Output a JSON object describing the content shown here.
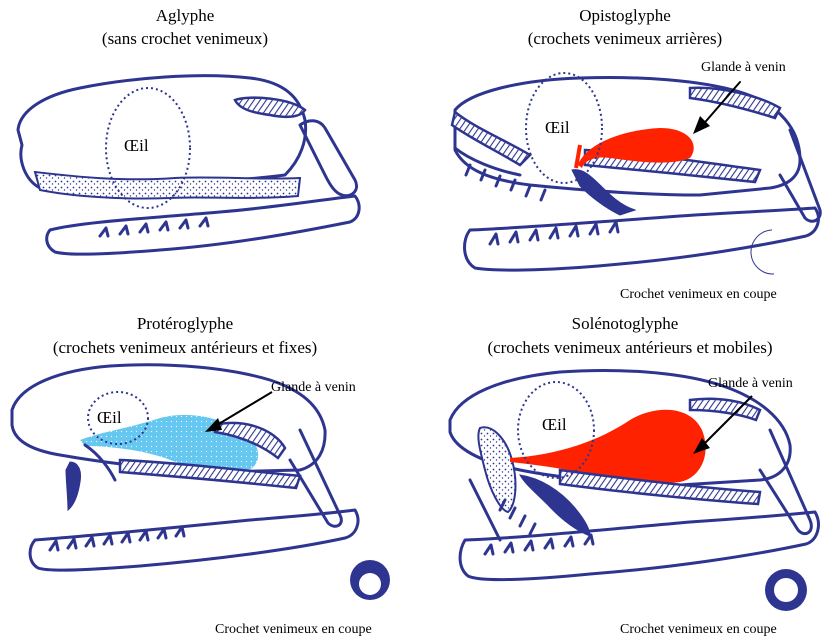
{
  "panels": {
    "aglyphe": {
      "title": "Aglyphe",
      "subtitle": "(sans crochet venimeux)",
      "eye_label": "Œil"
    },
    "opistoglyphe": {
      "title": "Opistoglyphe",
      "subtitle": "(crochets venimeux arrières)",
      "eye_label": "Œil",
      "gland_label": "Glande à venin",
      "fang_section_label": "Crochet venimeux en coupe",
      "gland_color": "#ff2200"
    },
    "proteroglyphe": {
      "title": "Protéroglyphe",
      "subtitle": "(crochets venimeux antérieurs et fixes)",
      "eye_label": "Œil",
      "gland_label": "Glande à venin",
      "fang_section_label": "Crochet venimeux en coupe",
      "gland_color": "#66c8f0"
    },
    "solenoglyphe": {
      "title": "Solénotoglyphe",
      "subtitle": "(crochets venimeux antérieurs et mobiles)",
      "eye_label": "Œil",
      "gland_label": "Glande à venin",
      "fang_section_label": "Crochet venimeux en coupe",
      "gland_color": "#ff2200"
    }
  },
  "colors": {
    "ink": "#2e3590"
  }
}
